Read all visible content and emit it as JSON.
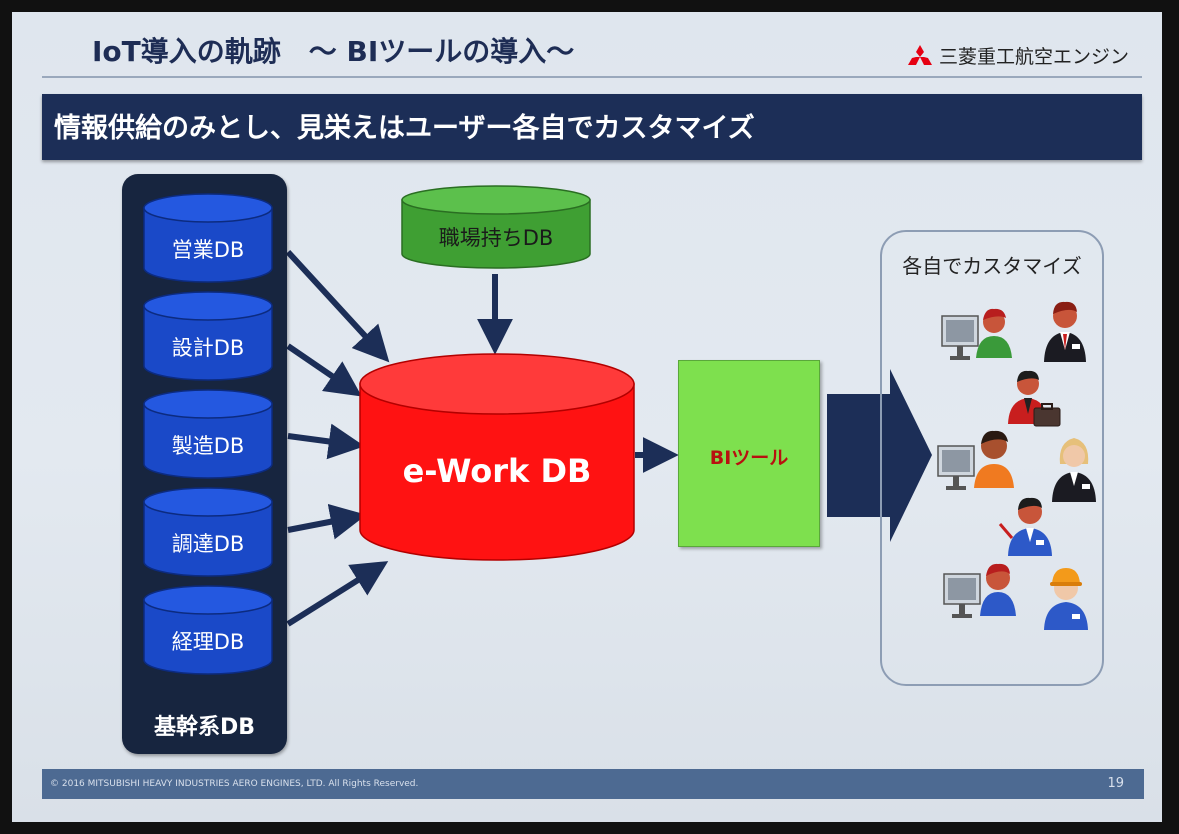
{
  "slide": {
    "title": "IoT導入の軌跡　～ BIツールの導入～",
    "logo_text": "三菱重工航空エンジン",
    "subtitle": "情報供給のみとし、見栄えはユーザー各自でカスタマイズ",
    "footer": "© 2016 MITSUBISHI HEAVY INDUSTRIES AERO ENGINES, LTD. All Rights Reserved.",
    "page_number": "19"
  },
  "diagram": {
    "core_systems": {
      "label": "基幹系DB",
      "databases": [
        "営業DB",
        "設計DB",
        "製造DB",
        "調達DB",
        "経理DB"
      ]
    },
    "workplace_db": "職場持ちDB",
    "central_db": "e-Work DB",
    "bi_tool": "BIツール",
    "users": {
      "label": "各自でカスタマイズ",
      "icons": [
        "user-at-monitor-icon",
        "businessman-icon",
        "user-with-bag-icon",
        "user-at-monitor-icon",
        "businesswoman-icon",
        "user-with-pen-icon",
        "user-at-monitor-icon",
        "worker-hardhat-icon"
      ]
    }
  },
  "colors": {
    "title_text": "#1e2d55",
    "subtitle_bar": "#1c2e57",
    "core_panel": "#17253f",
    "db_blue": "#1a49c8",
    "workplace_green": "#3f9f33",
    "central_red": "#ff1212",
    "bi_green": "#7ee04e",
    "arrow": "#1c2e57"
  }
}
